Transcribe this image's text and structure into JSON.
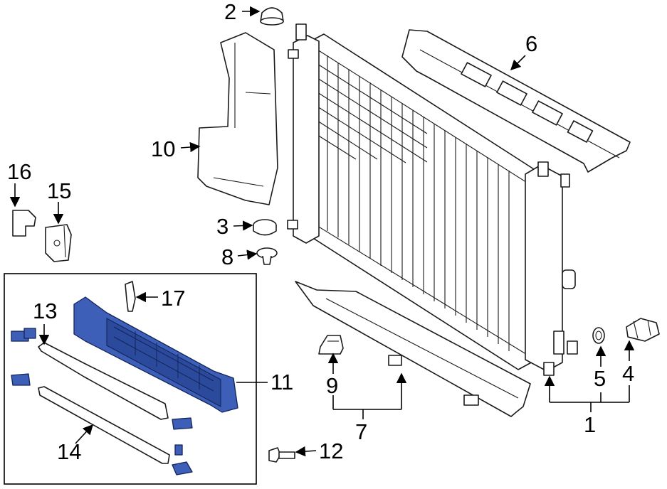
{
  "callouts": {
    "c1": "1",
    "c2": "2",
    "c3": "3",
    "c4": "4",
    "c5": "5",
    "c6": "6",
    "c7": "7",
    "c8": "8",
    "c9": "9",
    "c10": "10",
    "c11": "11",
    "c12": "12",
    "c13": "13",
    "c14": "14",
    "c15": "15",
    "c16": "16",
    "c17": "17"
  },
  "colors": {
    "highlight": "#3d5fb8",
    "line": "#1a1a1a",
    "background": "#ffffff"
  }
}
